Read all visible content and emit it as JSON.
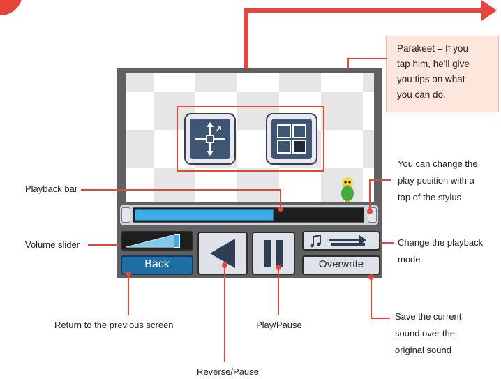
{
  "colors": {
    "accent": "#e8453a",
    "bar_fill": "#3aaee6",
    "screen_border": "#606060",
    "back_button": "#1f6ea6",
    "note_bg": "#fde6dc"
  },
  "screen": {
    "tools": [
      {
        "icon": "move-tool-icon"
      },
      {
        "icon": "grid-view-icon"
      }
    ],
    "playback_progress": 0.61,
    "volume_level": 0.85,
    "buttons": {
      "back": "Back",
      "overwrite": "Overwrite",
      "reverse_icon": "reverse-triangle-icon",
      "pause_icon": "pause-icon",
      "mode_icon": "loop-mode-icon"
    }
  },
  "callouts": {
    "parakeet": "Parakeet – If you tap him, he'll give you tips on what you can do.",
    "parakeet_lines": [
      "Parakeet – If you",
      "tap him, he'll give",
      "you tips on what",
      "you can do."
    ],
    "play_position_lines": [
      "You can change the",
      "play position with a",
      "tap of the stylus"
    ],
    "playback_bar": "Playback bar",
    "volume_slider": "Volume slider",
    "change_mode_lines": [
      "Change the playback",
      "mode"
    ],
    "return": "Return to the previous screen",
    "play_pause": "Play/Pause",
    "save_lines": [
      "Save the current",
      "sound over the",
      "original sound"
    ],
    "reverse_pause": "Reverse/Pause"
  }
}
